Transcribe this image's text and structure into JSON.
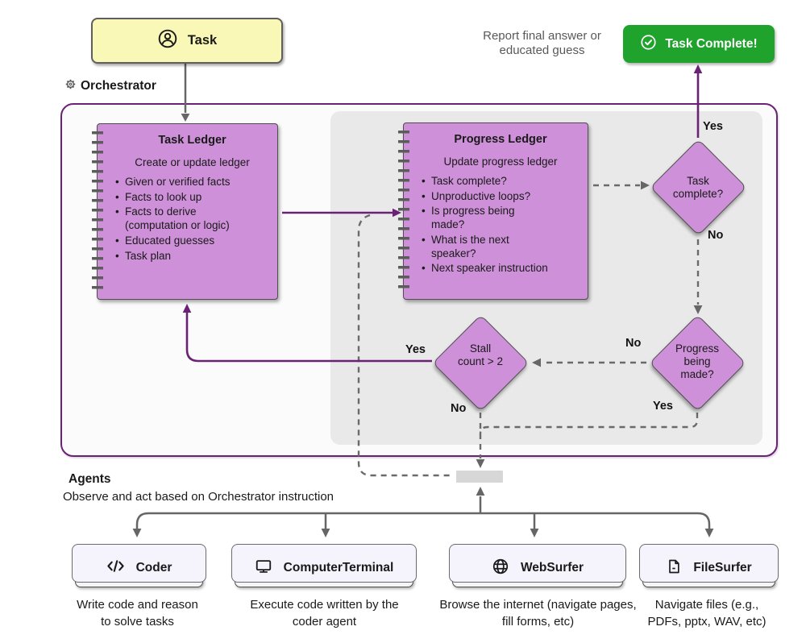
{
  "colors": {
    "purple_node": "#CE90D8",
    "purple_line": "#6B2175",
    "green_banner": "#1FA32C",
    "yellow_task": "#F9F8B6",
    "panel_gray": "#E9E9E9",
    "container_bg": "#FBFBFB",
    "line_gray": "#666666"
  },
  "task_box": {
    "label": "Task"
  },
  "orchestrator_label": "Orchestrator",
  "report_note": {
    "line1": "Report final answer or",
    "line2": "educated guess"
  },
  "banner": {
    "label": "Task Complete!"
  },
  "task_ledger": {
    "title": "Task Ledger",
    "subtitle": "Create or update ledger",
    "items": [
      "Given or verified facts",
      "Facts to look up",
      "Facts to derive\n(computation or logic)",
      "Educated guesses",
      "Task plan"
    ]
  },
  "progress_ledger": {
    "title": "Progress Ledger",
    "subtitle": "Update progress ledger",
    "items": [
      "Task complete?",
      "Unproductive loops?",
      "Is progress being\nmade?",
      "What is the next\nspeaker?",
      "Next speaker instruction"
    ]
  },
  "decisions": {
    "task_complete": {
      "label": "Task complete?",
      "yes": "Yes",
      "no": "No"
    },
    "progress_made": {
      "label": "Progress being made?",
      "yes": "Yes",
      "no": "No"
    },
    "stall_count": {
      "label": "Stall count > 2",
      "yes": "Yes",
      "no": "No"
    }
  },
  "agents_section": {
    "title": "Agents",
    "subtitle": "Observe and act based on Orchestrator instruction",
    "agents": [
      {
        "name": "Coder",
        "icon": "code-icon",
        "description": "Write code and reason to solve tasks"
      },
      {
        "name": "ComputerTerminal",
        "icon": "monitor-icon",
        "description": "Execute code written by the coder agent"
      },
      {
        "name": "WebSurfer",
        "icon": "globe-icon",
        "description": "Browse the internet (navigate pages, fill forms, etc)"
      },
      {
        "name": "FileSurfer",
        "icon": "file-icon",
        "description": "Navigate files (e.g., PDFs, pptx, WAV, etc)"
      }
    ]
  }
}
